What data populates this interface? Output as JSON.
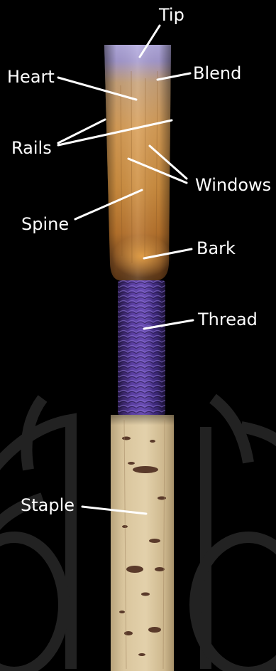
{
  "diagram": {
    "labels": {
      "tip": "Tip",
      "heart": "Heart",
      "blend": "Blend",
      "rails": "Rails",
      "windows": "Windows",
      "spine": "Spine",
      "bark": "Bark",
      "thread": "Thread",
      "staple": "Staple"
    },
    "colors": {
      "background": "#000000",
      "label_text": "#ffffff",
      "leader_line": "#ffffff",
      "cane_light": "#e8b870",
      "cane_dark": "#7a4a20",
      "tip_violet": "#9a8cc8",
      "thread_purple": "#4a2f8a",
      "cork": "#d8c49a",
      "watermark": "#2a2a2a"
    }
  }
}
